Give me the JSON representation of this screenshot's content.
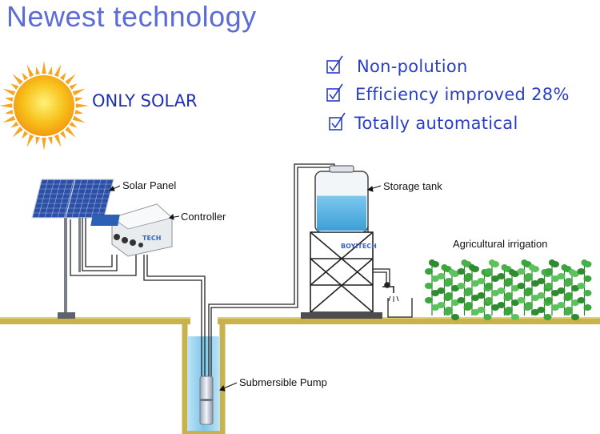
{
  "title": "Newest technology",
  "solar_text": "ONLY SOLAR",
  "features": [
    {
      "label": "Non-polution"
    },
    {
      "label": "Efficiency improved 28%"
    },
    {
      "label": "Totally automatical"
    }
  ],
  "labels": {
    "solar_panel": "Solar Panel",
    "controller": "Controller",
    "storage_tank": "Storage tank",
    "irrigation": "Agricultural irrigation",
    "pump": "Submersible Pump"
  },
  "tank_brand": "BOYITECH",
  "controller_brand": "TECH",
  "colors": {
    "title": "#5b6bd8",
    "feature_text": "#2a3fc8",
    "sun_core": "#f7c21b",
    "sun_rays": "#f5a623",
    "ground": "#c8b34a",
    "water": "#63b8e6",
    "panel": "#2c4fa6",
    "plants": "#3aa63a"
  },
  "tank_water_level": 0.62
}
